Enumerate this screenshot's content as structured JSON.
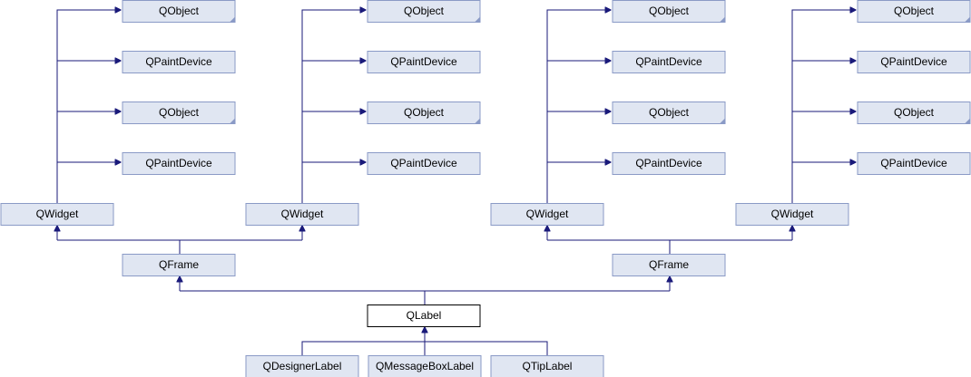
{
  "diagram": {
    "nodes": {
      "qobject_1a": "QObject",
      "qpaintdevice_1a": "QPaintDevice",
      "qobject_1b": "QObject",
      "qpaintdevice_1b": "QPaintDevice",
      "qobject_2a": "QObject",
      "qpaintdevice_2a": "QPaintDevice",
      "qobject_2b": "QObject",
      "qpaintdevice_2b": "QPaintDevice",
      "qobject_3a": "QObject",
      "qpaintdevice_3a": "QPaintDevice",
      "qobject_3b": "QObject",
      "qpaintdevice_3b": "QPaintDevice",
      "qobject_4a": "QObject",
      "qpaintdevice_4a": "QPaintDevice",
      "qobject_4b": "QObject",
      "qpaintdevice_4b": "QPaintDevice",
      "qwidget_1": "QWidget",
      "qwidget_2": "QWidget",
      "qwidget_3": "QWidget",
      "qwidget_4": "QWidget",
      "qframe_1": "QFrame",
      "qframe_2": "QFrame",
      "qlabel": "QLabel",
      "qdesignerlabel": "QDesignerLabel",
      "qmessageboxlabel": "QMessageBoxLabel",
      "qtiplabel": "QTipLabel"
    }
  }
}
